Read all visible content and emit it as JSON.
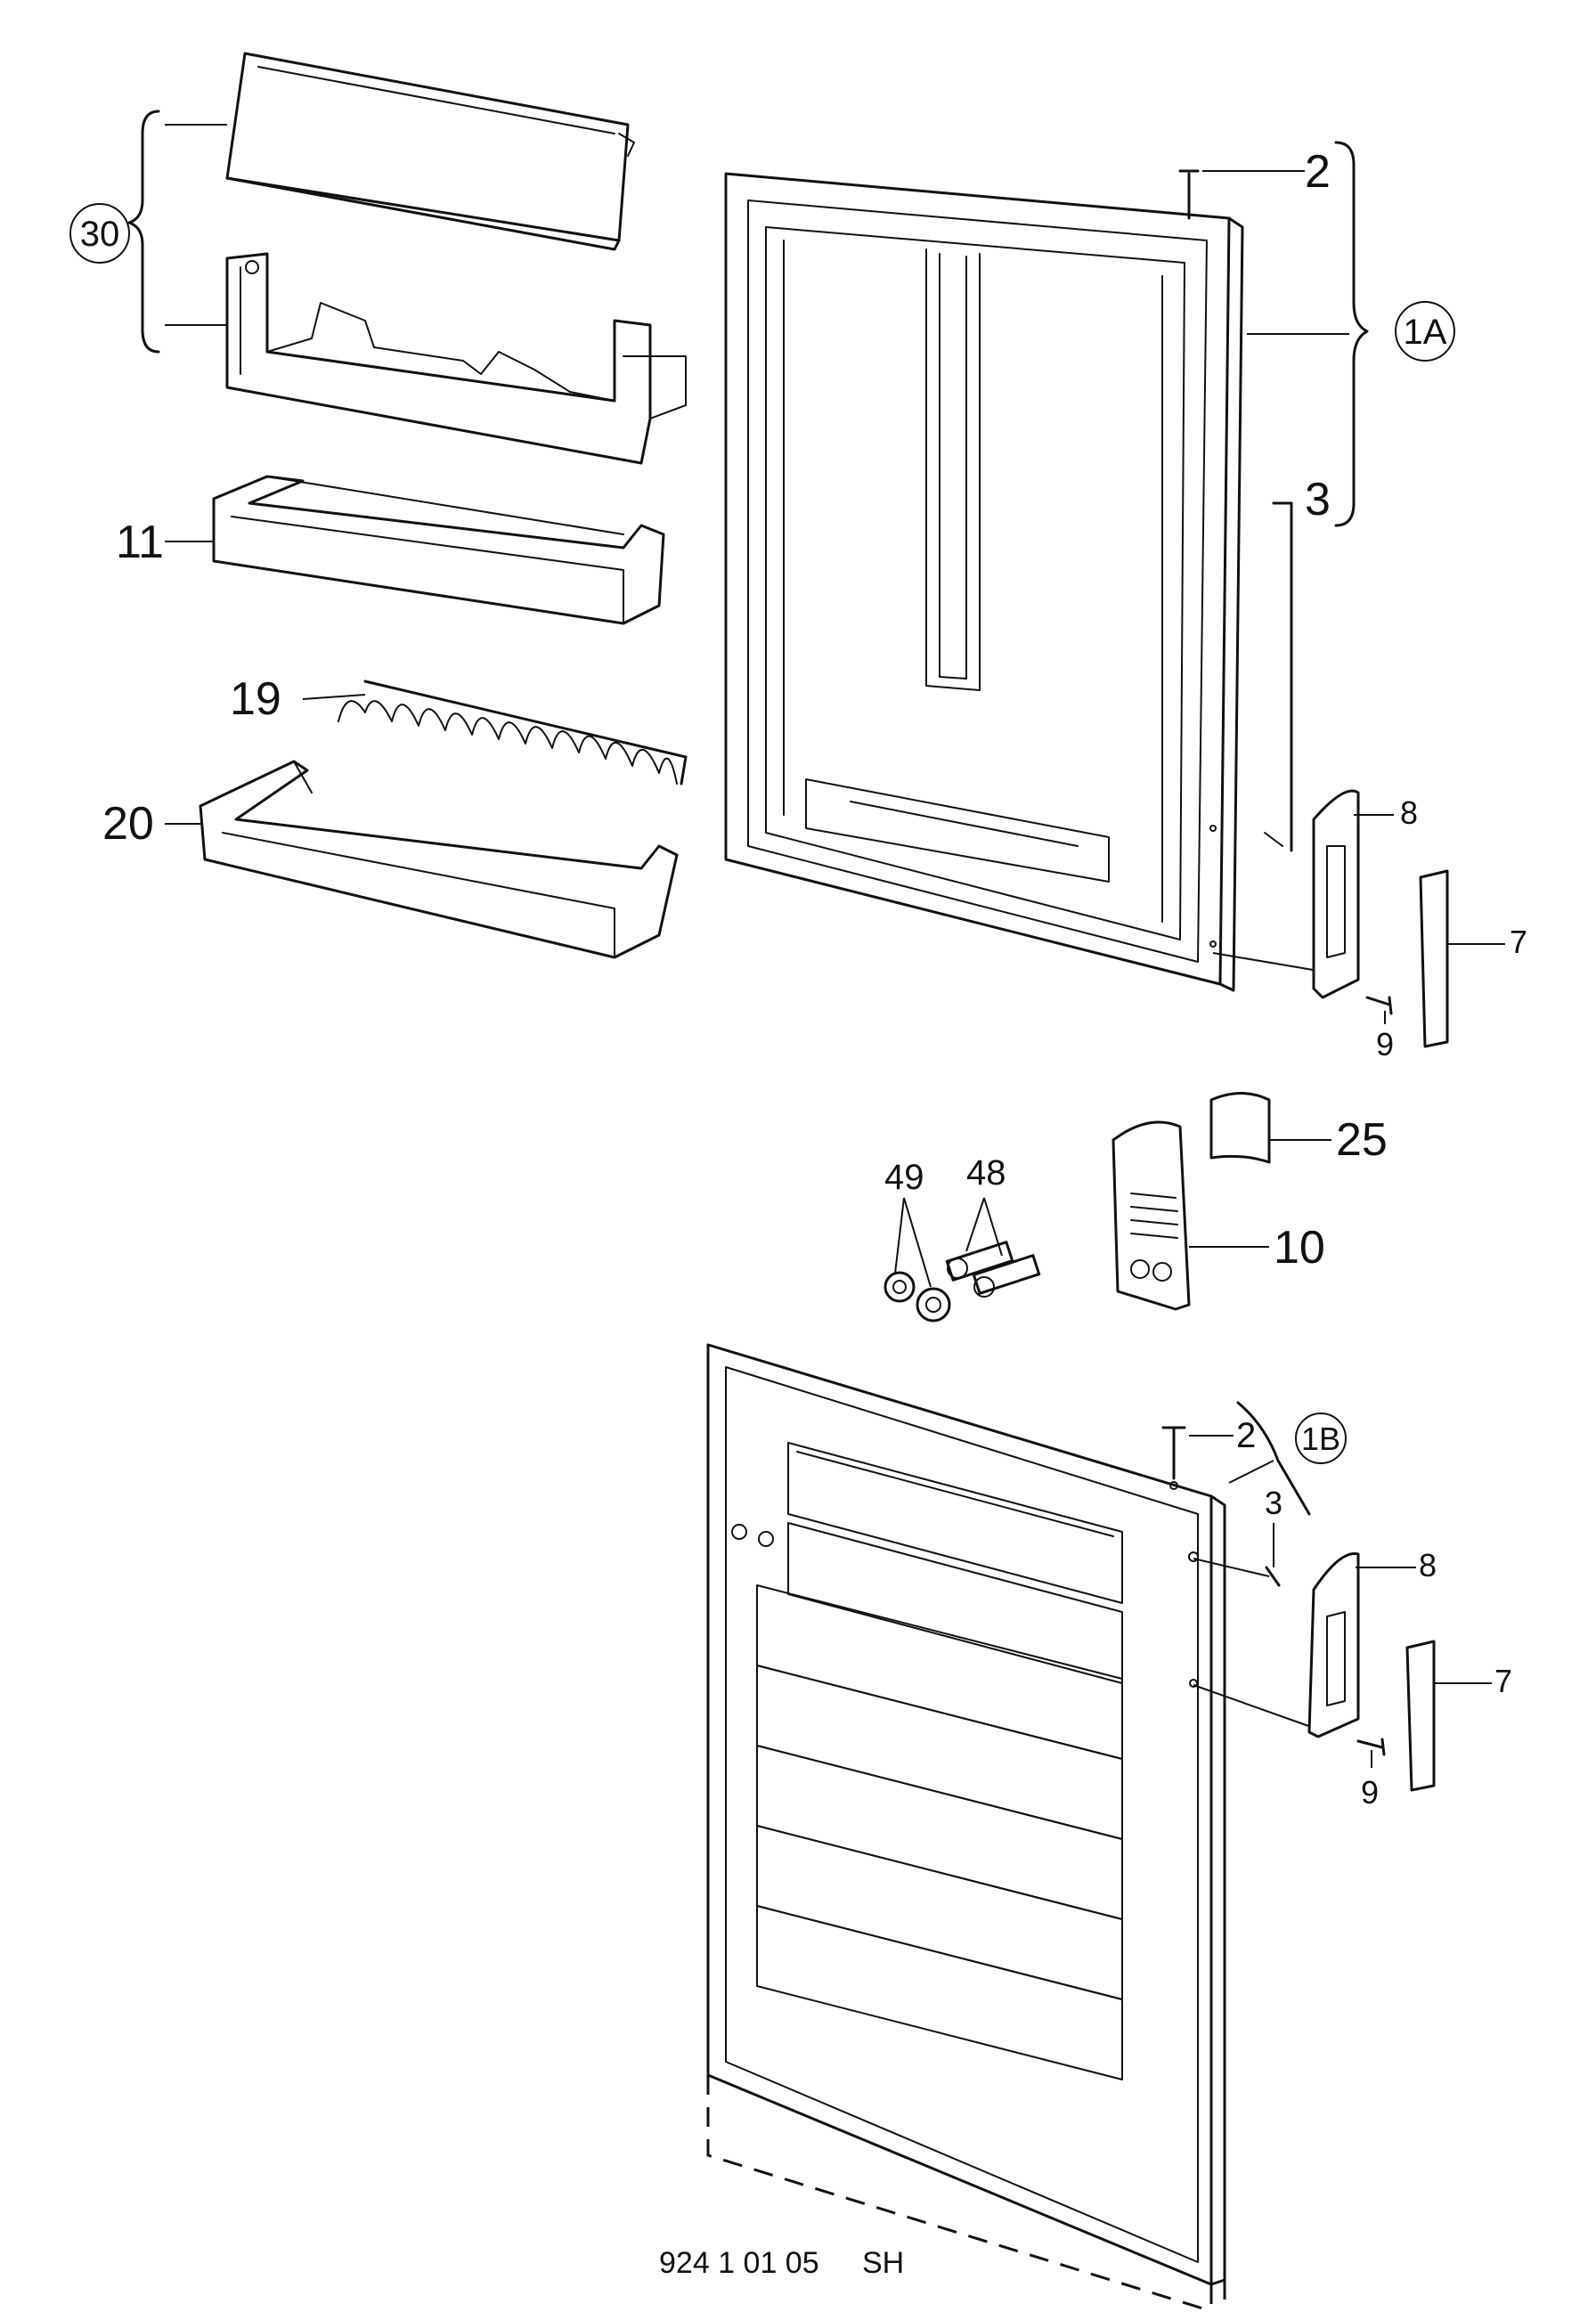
{
  "callouts": {
    "c30": "30",
    "c1A": "1A",
    "c2_top": "2",
    "c3_top": "3",
    "c11": "11",
    "c19": "19",
    "c20": "20",
    "c8_top": "8",
    "c7_top": "7",
    "c9_top": "9",
    "c25": "25",
    "c10": "10",
    "c49": "49",
    "c48": "48",
    "c2_bot": "2",
    "c1B": "1B",
    "c3_bot": "3",
    "c8_bot": "8",
    "c7_bot": "7",
    "c9_bot": "9"
  },
  "footer": {
    "code": "924 1 01 05",
    "suffix": "SH"
  }
}
